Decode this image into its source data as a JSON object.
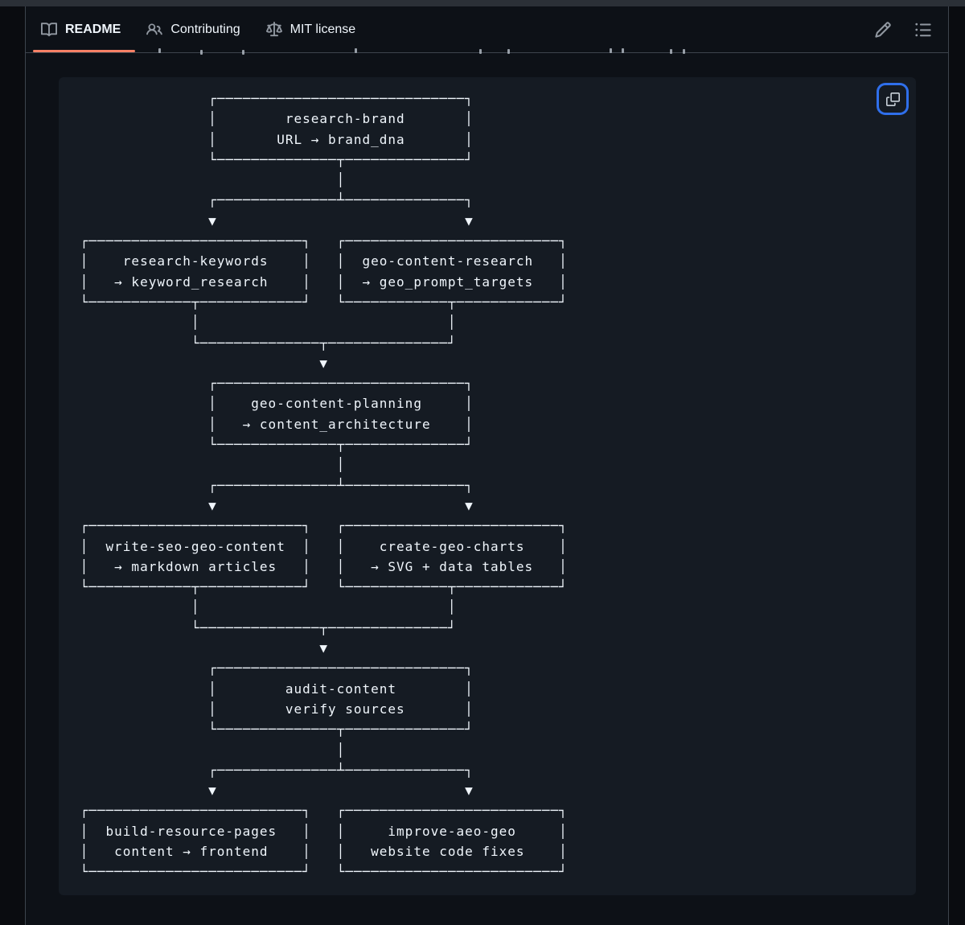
{
  "tabs": {
    "items": [
      {
        "label": "README",
        "icon": "book-icon",
        "active": true
      },
      {
        "label": "Contributing",
        "icon": "people-icon",
        "active": false
      },
      {
        "label": "MIT license",
        "icon": "law-icon",
        "active": false
      }
    ]
  },
  "toolbar": {
    "icons": [
      "pencil-icon",
      "list-unordered-icon"
    ]
  },
  "code_block": {
    "copy_icon": "copy-icon",
    "diagram_lines": [
      "                ┌─────────────────────────────┐",
      "                │        research-brand       │",
      "                │       URL → brand_dna       │",
      "                └──────────────┬──────────────┘",
      "                               │",
      "                ┌──────────────┴──────────────┐",
      "                ▼                             ▼",
      " ┌─────────────────────────┐   ┌─────────────────────────┐",
      " │    research-keywords    │   │  geo-content-research   │",
      " │   → keyword_research    │   │  → geo_prompt_targets   │",
      " └────────────┬────────────┘   └────────────┬────────────┘",
      "              │                             │",
      "              └──────────────┬──────────────┘",
      "                             ▼",
      "                ┌─────────────────────────────┐",
      "                │    geo-content-planning     │",
      "                │   → content_architecture    │",
      "                └──────────────┬──────────────┘",
      "                               │",
      "                ┌──────────────┴──────────────┐",
      "                ▼                             ▼",
      " ┌─────────────────────────┐   ┌─────────────────────────┐",
      " │  write-seo-geo-content  │   │    create-geo-charts    │",
      " │   → markdown articles   │   │   → SVG + data tables   │",
      " └────────────┬────────────┘   └────────────┬────────────┘",
      "              │                             │",
      "              └──────────────┬──────────────┘",
      "                             ▼",
      "                ┌─────────────────────────────┐",
      "                │        audit-content        │",
      "                │        verify sources       │",
      "                └──────────────┬──────────────┘",
      "                               │",
      "                ┌──────────────┴──────────────┐",
      "                ▼                             ▼",
      " ┌─────────────────────────┐   ┌─────────────────────────┐",
      " │  build-resource-pages   │   │     improve-aeo-geo     │",
      " │   content → frontend    │   │   website code fixes    │",
      " └─────────────────────────┘   └─────────────────────────┘"
    ]
  },
  "colors": {
    "accent_underline": "#f78166",
    "focus_ring": "#2f6feb",
    "page_bg": "#0d1117",
    "code_bg": "#151b23",
    "border": "#3d444d",
    "text": "#f0f6fc",
    "muted_icon": "#9198a1"
  }
}
